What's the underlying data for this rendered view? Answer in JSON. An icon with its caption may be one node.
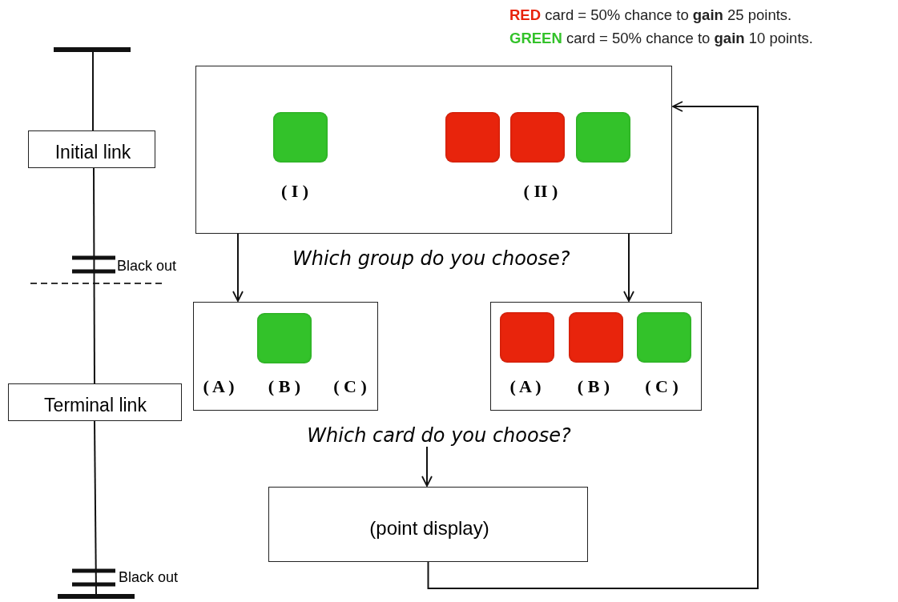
{
  "diagram": {
    "nodes": [
      {
        "text": [
          "Initial link"
        ]
      },
      {
        "text": [
          "Terminal link"
        ]
      },
      {
        "text": [
          "( I )",
          "( II )"
        ]
      },
      {
        "text": [
          "( A )",
          "( B )",
          "( C )"
        ]
      },
      {
        "text": [
          "( A )",
          "( B )",
          "( C )"
        ]
      },
      {
        "text": [
          "(point display)"
        ]
      },
      {
        "text": [
          "Which card do you choose?"
        ]
      },
      {
        "text": [],
        "shape": "bar"
      },
      {
        "text": [],
        "shape": "bar"
      }
    ],
    "edges": [
      {
        "from": 7,
        "to": 0,
        "arrow": "none"
      },
      {
        "from": 0,
        "to": 1,
        "arrow": "none"
      },
      {
        "from": 1,
        "to": 8,
        "arrow": "none"
      },
      {
        "from": 2,
        "to": 3,
        "arrow": "to"
      },
      {
        "from": 2,
        "to": 4,
        "arrow": "to"
      },
      {
        "from": 6,
        "to": 5,
        "arrow": "to"
      },
      {
        "from": 5,
        "to": 2,
        "arrow": "to"
      }
    ],
    "labels": [
      "Black out",
      "Which group do you choose?",
      "Black out"
    ],
    "legend": [
      {
        "text": "**RED** card = 50% chance to **gain** 25 points.",
        "color": "#e8240c"
      },
      {
        "text": "**GREEN** card = 50% chance to **gain** 10 points.",
        "color": "#33c22a"
      }
    ]
  }
}
